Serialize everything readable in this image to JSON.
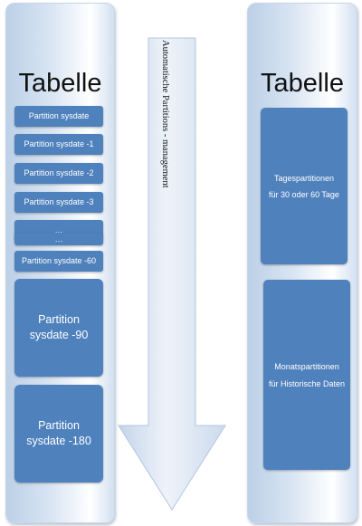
{
  "left_panel": {
    "title": "Tabelle",
    "partitions_small": [
      "Partition sysdate",
      "Partition sysdate -1",
      "Partition sysdate -2",
      "Partition sysdate -3",
      "…",
      "…",
      "Partition sysdate -60"
    ],
    "partitions_large": [
      "Partition sysdate -90",
      "Partition sysdate -180"
    ]
  },
  "arrow": {
    "label": "Automatische Partitions - management"
  },
  "right_panel": {
    "title": "Tabelle",
    "boxes": [
      {
        "line1": "Tagespartitionen",
        "line2": "für 30 oder 60 Tage"
      },
      {
        "line1": "Monatspartitionen",
        "line2": "für Historische Daten"
      }
    ]
  },
  "colors": {
    "box_fill": "#4f81bd",
    "panel_tint": "#c6d6ea",
    "arrow_fill": "#dde7f3"
  }
}
